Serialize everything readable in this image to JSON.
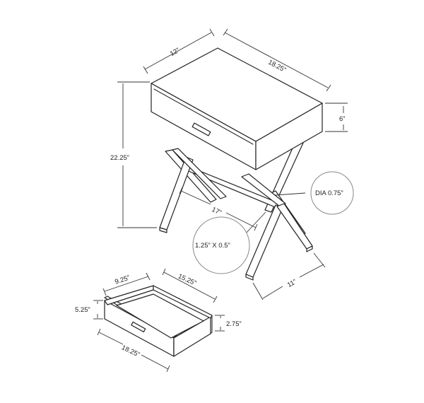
{
  "dimensions": {
    "top_depth": "12”",
    "top_width": "18.25”",
    "drawer_height": "6”",
    "overall_height": "22.25”",
    "leg_diameter": "DIA 0.75”",
    "leg_span": "17”",
    "leg_section": "1.25” X 0.5”",
    "base_depth": "11”",
    "drawer_depth": "9.25”",
    "drawer_inner_width": "15.25”",
    "drawer_front_height": "5.25”",
    "drawer_box_height": "2.75”",
    "drawer_front_width": "18.25”"
  }
}
